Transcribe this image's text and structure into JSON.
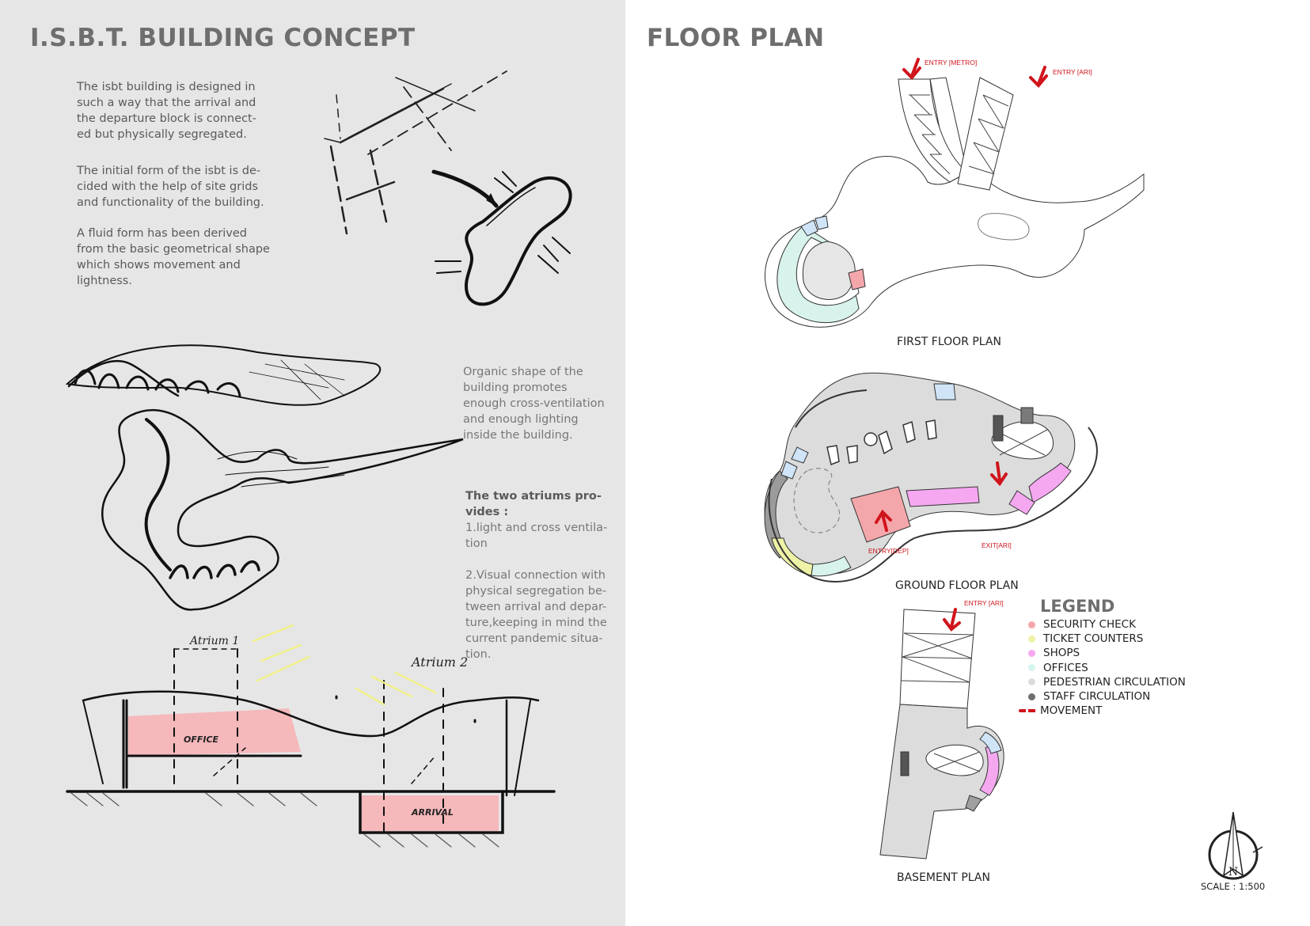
{
  "left": {
    "title": "I.S.B.T. BUILDING CONCEPT",
    "para1": [
      "The isbt building is designed in",
      "such a way that the arrival and",
      "the departure block is connect-",
      "ed but physically segregated."
    ],
    "para2": [
      "The initial form of the isbt is de-",
      "cided with the help of site grids",
      "and functionality of the building."
    ],
    "para3": [
      "A fluid form has been derived",
      "from the basic geometrical shape",
      "which shows movement and",
      "lightness."
    ],
    "para4": [
      "Organic shape of the",
      "building promotes",
      "enough cross-ventilation",
      "and enough lighting",
      "inside the building."
    ],
    "para5_bold": [
      "The two atriums pro-",
      "vides :"
    ],
    "para5": [
      "1.light and cross ventila-",
      "tion",
      "",
      "2.Visual connection with",
      "physical segregation be-",
      "tween arrival and depar-",
      "ture,keeping in mind the",
      "current pandemic situa-",
      "tion."
    ],
    "section_labels": {
      "atrium1": "Atrium 1",
      "atrium2": "Atrium 2",
      "office": "OFFICE",
      "arrival": "ARRIVAL"
    }
  },
  "right": {
    "title": "FLOOR PLAN",
    "plans": {
      "first": {
        "label": "FIRST FLOOR PLAN",
        "entry_metro": "ENTRY [METRO]",
        "entry_ari": "ENTRY [ARI]"
      },
      "ground": {
        "label": "GROUND FLOOR PLAN",
        "entry_dep": "ENTRY[DEP]",
        "exit_ari": "EXIT[ARI]"
      },
      "basement": {
        "label": "BASEMENT PLAN",
        "entry_ari": "ENTRY [ARI]"
      }
    },
    "legend": {
      "title": "LEGEND",
      "items": [
        {
          "label": "SECURITY CHECK",
          "color": "#f4a7ab",
          "kind": "dot"
        },
        {
          "label": "TICKET COUNTERS",
          "color": "#eef2a6",
          "kind": "dot"
        },
        {
          "label": "SHOPS",
          "color": "#f5a8f0",
          "kind": "dot"
        },
        {
          "label": "OFFICES",
          "color": "#d6f5ef",
          "kind": "dot"
        },
        {
          "label": "PEDESTRIAN CIRCULATION",
          "color": "#dcdcdc",
          "kind": "dot"
        },
        {
          "label": "STAFF CIRCULATION",
          "color": "#6f6f6f",
          "kind": "dot"
        },
        {
          "label": "MOVEMENT",
          "color": "#d0141b",
          "kind": "dash"
        }
      ]
    },
    "north_letter": "N",
    "scale": "SCALE : 1:500"
  }
}
